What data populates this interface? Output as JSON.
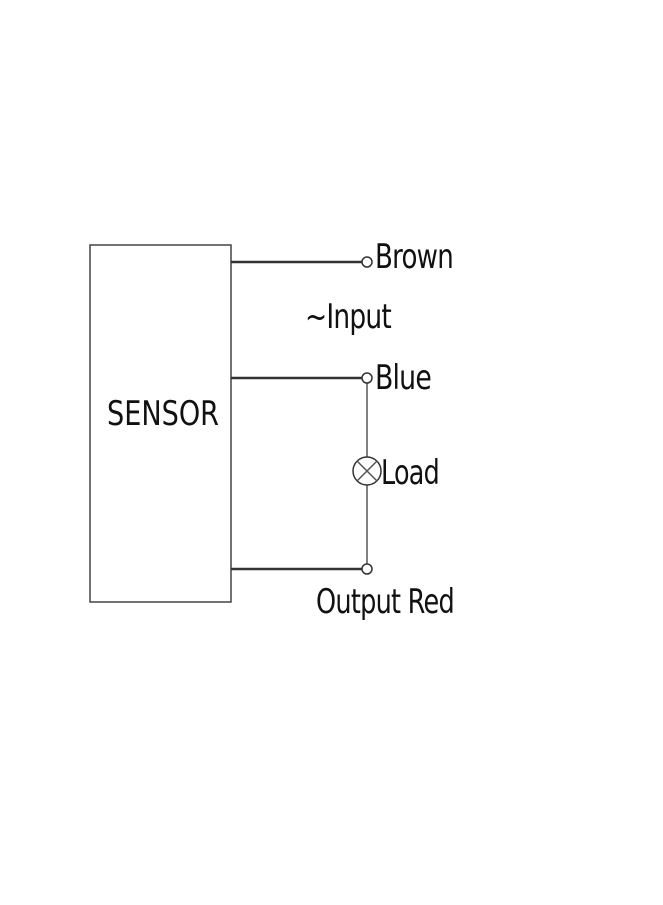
{
  "diagram": {
    "block_label": "SENSOR",
    "terminals": {
      "brown": "Brown",
      "input": "~Input",
      "blue": "Blue",
      "load": "Load",
      "output": "Output Red"
    }
  }
}
